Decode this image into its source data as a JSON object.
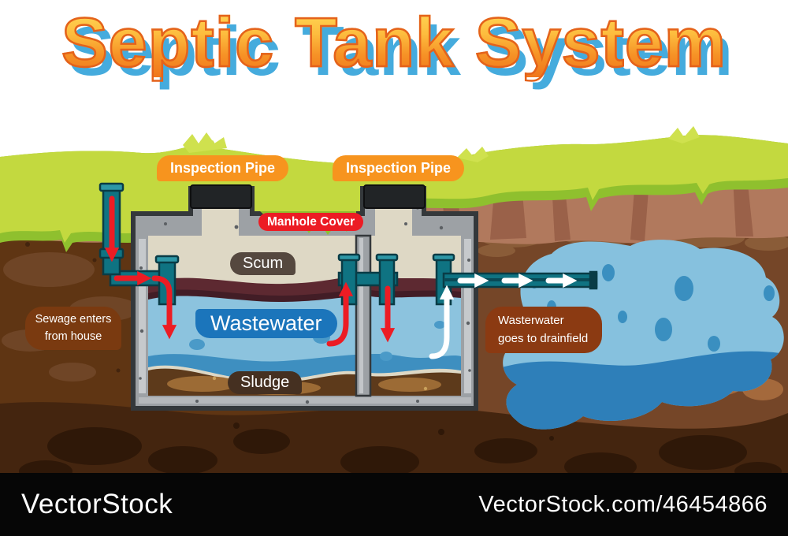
{
  "title": {
    "words": [
      "Septic",
      "Tank",
      "System"
    ]
  },
  "labels": {
    "inspection_pipe_1": "Inspection Pipe",
    "inspection_pipe_2": "Inspection Pipe",
    "manhole_cover": "Manhole Cover",
    "scum": "Scum",
    "wastewater": "Wastewater",
    "sludge": "Sludge",
    "sewage_line1": "Sewage enters",
    "sewage_line2": "from house",
    "drainfield_line1": "Wasterwater",
    "drainfield_line2": "goes to drainfield"
  },
  "watermark": {
    "brand": "VectorStock",
    "url_text": "VectorStock.com/46454866"
  },
  "colors": {
    "title_orange": "#f58a26",
    "title_shadow_blue": "#45abdd",
    "label_orange": "#f7941e",
    "label_red": "#ec1c24",
    "label_blue": "#1b75bb",
    "label_brown": "#7a3a10",
    "grass_green": "#c3d93f",
    "soil_light": "#b1795d",
    "soil_mid": "#5f3513",
    "soil_deep": "#44250f",
    "water_blue": "#86c1de",
    "scum_maroon": "#5d2931",
    "pipe_teal": "#0f7382",
    "flow_arrow_red": "#ec1c24",
    "flow_arrow_white": "#ffffff",
    "concrete_gray": "#9da1a5"
  }
}
